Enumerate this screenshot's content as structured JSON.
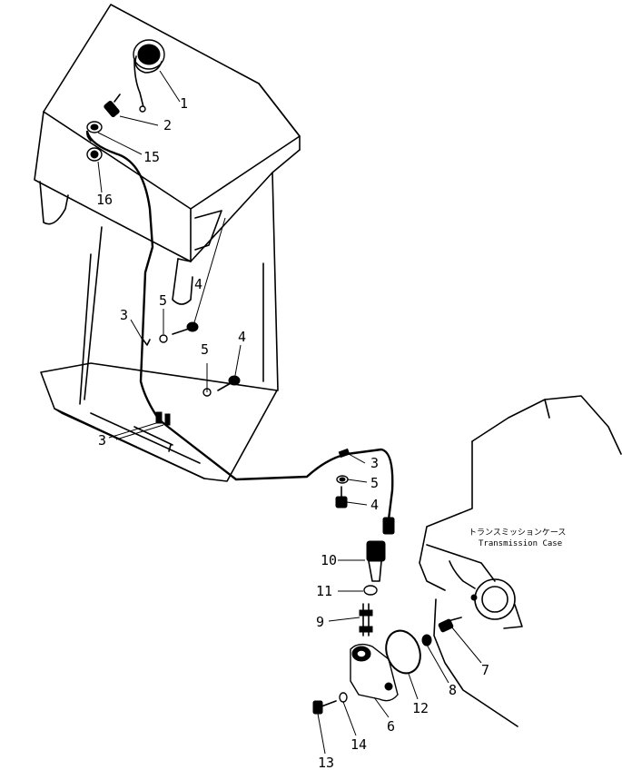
{
  "case_label": {
    "jp": "トランスミッションケース",
    "en": "Transmission Case"
  },
  "callouts": {
    "c1": "1",
    "c2": "2",
    "c15": "15",
    "c16": "16",
    "c4a": "4",
    "c5a": "5",
    "c3a": "3",
    "c5b": "5",
    "c4b": "4",
    "c3b": "3",
    "c3c": "3",
    "c5c": "5",
    "c4c": "4",
    "c10": "10",
    "c11": "11",
    "c9": "9",
    "c7": "7",
    "c8": "8",
    "c12": "12",
    "c6": "6",
    "c14": "14",
    "c13": "13"
  }
}
